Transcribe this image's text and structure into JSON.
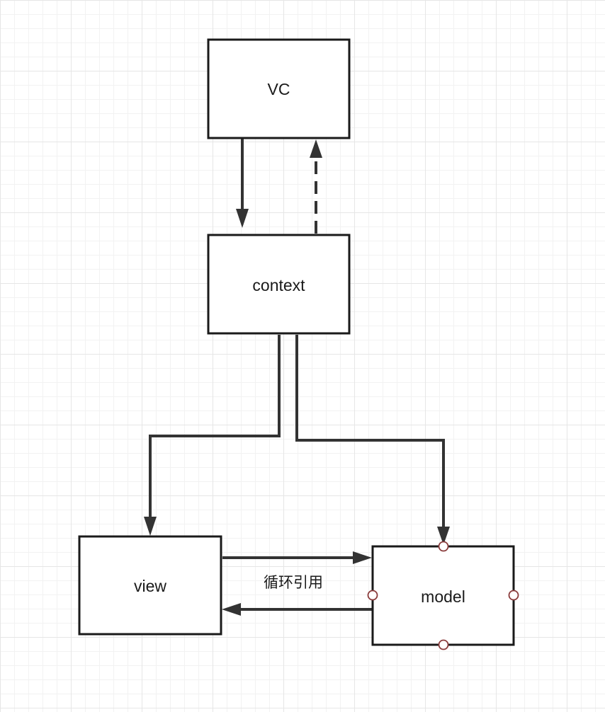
{
  "nodes": {
    "vc": {
      "label": "VC"
    },
    "context": {
      "label": "context"
    },
    "view": {
      "label": "view"
    },
    "model": {
      "label": "model"
    }
  },
  "edges": {
    "view_model": {
      "label": "循环引用"
    }
  },
  "colors": {
    "grid_minor": "#f2f2f2",
    "grid_major": "#e6e6e6",
    "stroke": "#1a1a1a",
    "arrow": "#333333",
    "port": "#8a3b3b"
  }
}
